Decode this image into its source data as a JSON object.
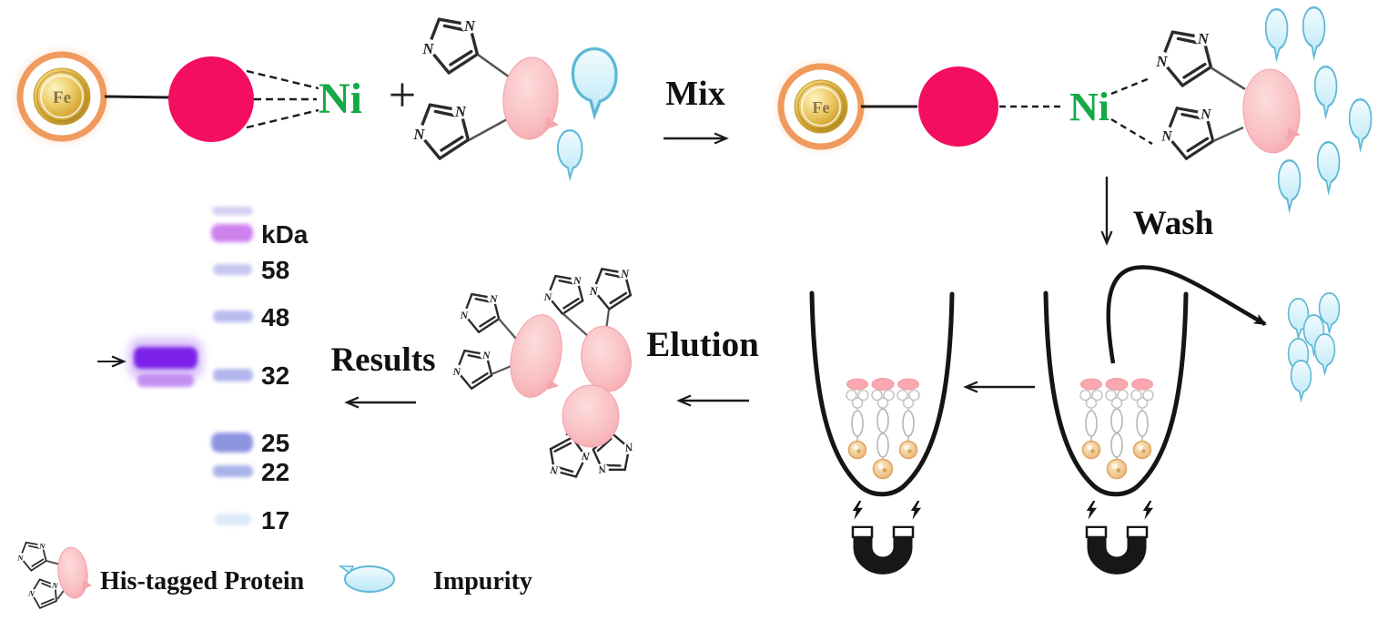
{
  "steps": {
    "mix_label": "Mix",
    "wash_label": "Wash",
    "elution_label": "Elution",
    "results_label": "Results"
  },
  "complex": {
    "core_label": "Fe",
    "nickel_label": "Ni",
    "plus_sign": "+"
  },
  "chem": {
    "nitrogen_label": "N"
  },
  "gel": {
    "ladder_labels": [
      "kDa",
      "58",
      "48",
      "32",
      "25",
      "22",
      "17"
    ]
  },
  "legend": {
    "his_tagged_protein_label": "His-tagged Protein",
    "impurity_label": "Impurity"
  },
  "colors": {
    "bead_gold": "#D9A62E",
    "bead_glow": "#F59B5F",
    "linker_sphere_pink": "#F30E62",
    "nickel_green": "#13A945",
    "protein_pink": "#F8BBC0",
    "impurity_fill": "#C9ECF8",
    "impurity_stroke": "#5FB8D6",
    "gel_main_band": "#7B22E8",
    "magnet_black": "#171717"
  }
}
